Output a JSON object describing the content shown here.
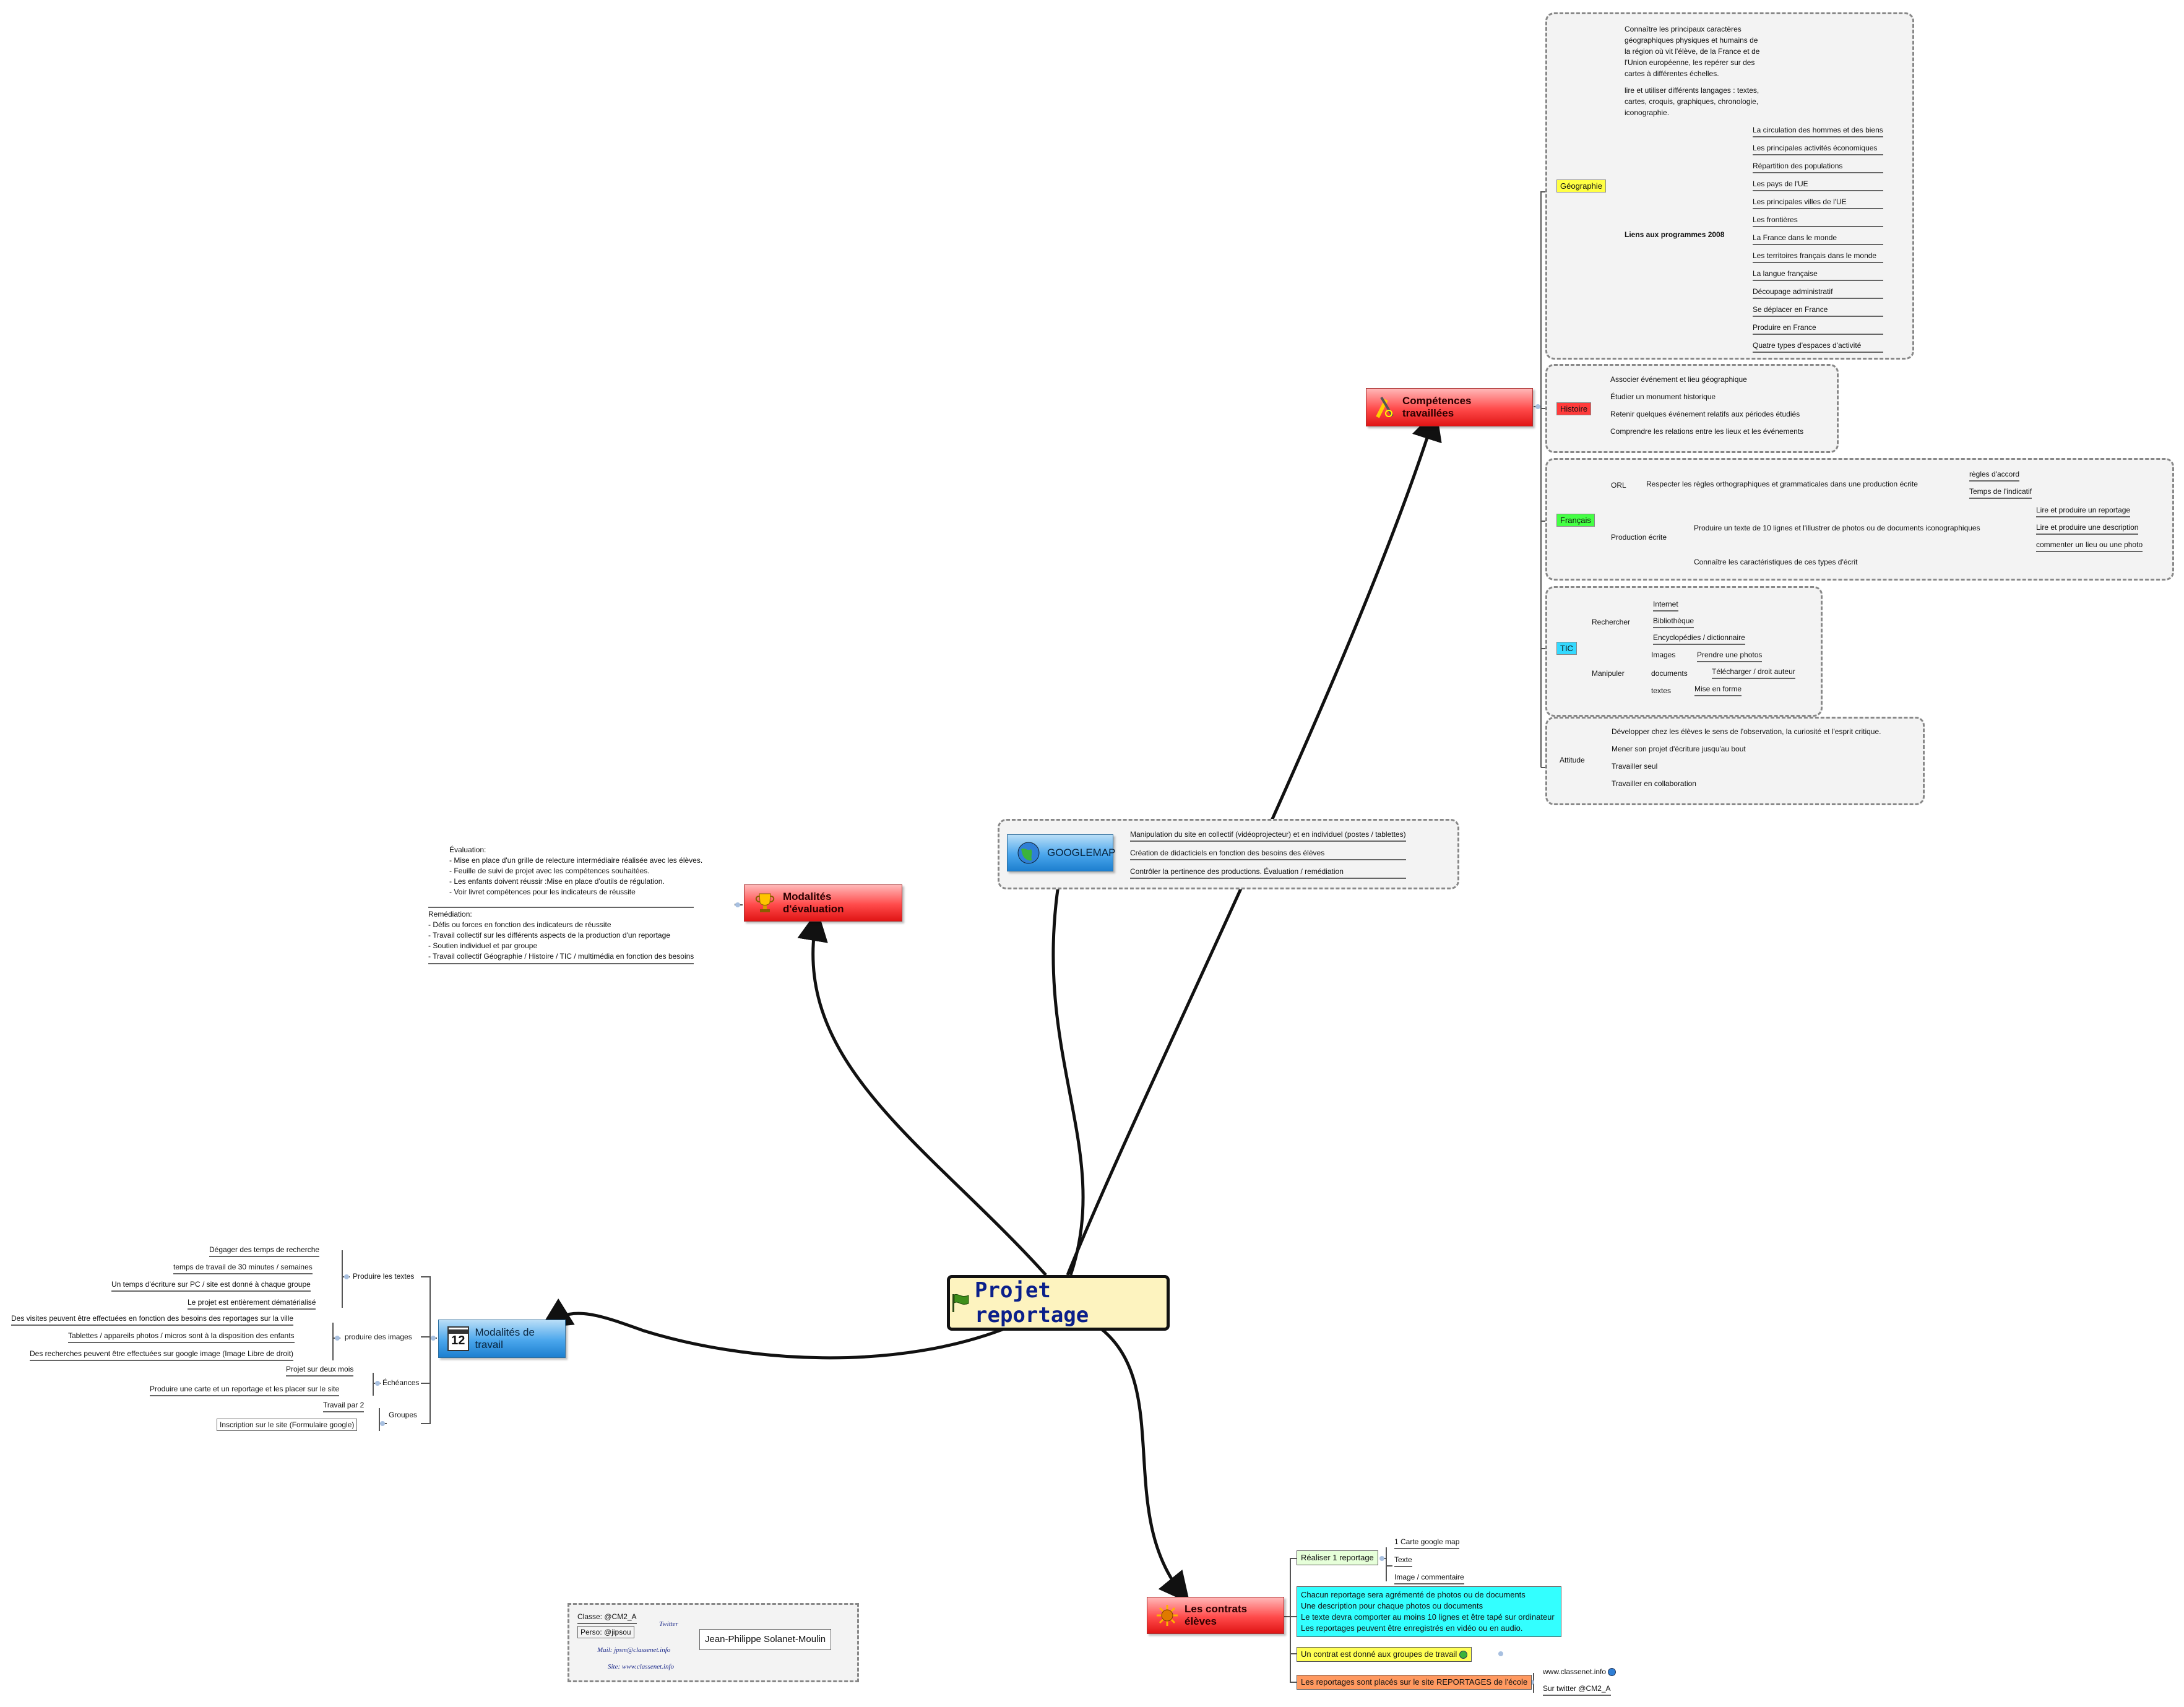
{
  "colors": {
    "main_node": "#ff4a4a",
    "blue_node": "#4aa6ec",
    "root_fill": "#fdf3bf",
    "root_text": "#0a1f8a",
    "tag_geographie": "#ffff44",
    "tag_histoire": "#ff3b3b",
    "tag_francais": "#44ff44",
    "tag_tic": "#33d9ff",
    "box_green": "#e6ffd9",
    "box_cyan": "#33ffff",
    "box_yellow": "#ffff55",
    "box_orange": "#ff9960"
  },
  "root": {
    "label": "Projet reportage",
    "icon": "flag-icon"
  },
  "competences": {
    "label": "Compétences travaillées",
    "icon": "tools-icon",
    "geographie": {
      "tag": "Géographie",
      "para1": "Connaître les principaux caractères\ngéographiques physiques et humains de\nla région où vit l'élève, de la France et de\nl'Union européenne, les repérer sur des\ncartes à différentes échelles.",
      "para2": "lire et utiliser différents langages : textes,\ncartes, croquis, graphiques, chronologie,\niconographie.",
      "liens": "Liens aux programmes 2008",
      "items": [
        "La circulation des hommes et des biens",
        "Les principales activités économiques",
        "Répartition des populations",
        "Les pays de l'UE",
        "Les principales villes de l'UE",
        "Les frontières",
        "La France dans le monde",
        "Les territoires français dans le monde",
        "La langue française",
        "Découpage administratif",
        "Se déplacer en France",
        "Produire en France",
        "Quatre types d'espaces d'activité"
      ]
    },
    "histoire": {
      "tag": "Histoire",
      "items": [
        "Associer événement et lieu géographique",
        "Étudier un monument historique",
        "Retenir quelques événement relatifs aux périodes étudiés",
        "Comprendre les relations entre les lieux et les événements"
      ]
    },
    "francais": {
      "tag": "Français",
      "orl": "ORL",
      "orl_item": "Respecter les règles orthographiques et grammaticales dans une production écrite",
      "orl_sub": [
        "règles d'accord",
        "Temps de l'indicatif"
      ],
      "prod": "Production écrite",
      "prod_item": "Produire un texte de 10 lignes et l'illustrer de photos ou de documents iconographiques",
      "prod_sub": [
        "Lire et produire un reportage",
        "Lire et produire une description",
        "commenter un lieu ou une photo"
      ],
      "prod_item2": "Connaître les caractéristiques de ces types d'écrit"
    },
    "tic": {
      "tag": "TIC",
      "rechercher": "Rechercher",
      "rechercher_items": [
        "Internet",
        "Bibliothèque",
        "Encyclopédies / dictionnaire"
      ],
      "manipuler": "Manipuler",
      "manipuler_items": [
        {
          "label": "Images",
          "sub": "Prendre une photos"
        },
        {
          "label": "documents",
          "sub": "Télécharger / droit auteur"
        },
        {
          "label": "textes",
          "sub": "Mise en forme"
        }
      ]
    },
    "attitude": {
      "tag": "Attitude",
      "items": [
        "Développer chez les élèves le sens de l'observation, la curiosité et l'esprit critique.",
        "Mener son projet d'écriture jusqu'au bout",
        "Travailler seul",
        "Travailler en collaboration"
      ]
    }
  },
  "googlemap": {
    "label": "GOOGLEMAP",
    "icon": "globe-icon",
    "items": [
      "Manipulation du site en collectif (vidéoprojecteur) et en individuel (postes / tablettes)",
      "Création de didacticiels en fonction des besoins des élèves",
      "Contrôler la pertinence des productions. Évaluation / remédiation"
    ]
  },
  "evaluation": {
    "label": "Modalités d'évaluation",
    "icon": "trophy-icon",
    "text1": "Évaluation:\n- Mise en place d'un grille de relecture intermédiaire réalisée avec les élèves.\n- Feuille de suivi de projet avec les compétences souhaitées.\n- Les enfants doivent réussir :Mise en place d'outils de régulation.\n- Voir livret compétences pour les indicateurs de réussite",
    "text2": "Remédiation:\n- Défis ou forces en fonction des indicateurs de réussite\n- Travail collectif sur les différents aspects de la production d'un reportage\n- Soutien individuel et par groupe\n- Travail collectif Géographie / Histoire / TIC / multimédia en fonction des besoins"
  },
  "modalites": {
    "label": "Modalités de travail",
    "icon": "calendar-icon",
    "icon_text": "12",
    "produire_textes": "Produire les textes",
    "textes_items": [
      "Dégager des temps de recherche",
      "temps de travail  de 30 minutes  / semaines",
      "Un temps d'écriture sur PC / site est donné à chaque groupe",
      "Le projet est entièrement dématérialisé"
    ],
    "produire_images": "produire des images",
    "images_items": [
      "Des visites peuvent être effectuées en fonction des besoins des reportages sur la ville",
      "Tablettes / appareils photos / micros sont à la disposition des enfants",
      "Des recherches peuvent être effectuées sur google image (Image Libre de droit)"
    ],
    "echeances": "Échéances",
    "echeances_items": [
      "Projet sur deux mois",
      "Produire une carte et un reportage et les placer sur le site"
    ],
    "groupes": "Groupes",
    "groupes_items": [
      "Travail par 2",
      "Inscription sur le site (Formulaire google)"
    ]
  },
  "contrats": {
    "label": "Les contrats élèves",
    "icon": "sun-icon",
    "realiser": "Réaliser 1 reportage",
    "realiser_items": [
      "1 Carte google map",
      "Texte",
      "Image / commentaire"
    ],
    "chacun": "Chacun reportage sera agrémenté de photos ou de documents\nUne description pour chaque photos ou documents\nLe texte devra comporter au moins 10 lignes et être tapé sur ordinateur\nLes reportages peuvent être enregistrés en vidéo ou en audio.",
    "contrat": "Un contrat est donné aux groupes de travail",
    "placer": "Les reportages sont placés sur le site REPORTAGES de l'école",
    "placer_items": [
      "www.classenet.info",
      "Sur twitter @CM2_A"
    ]
  },
  "contact": {
    "classe": "Classe: @CM2_A",
    "perso": "Perso: @jipsou",
    "twitter": "Twitter",
    "mail": "Mail: jpsm@classenet.info",
    "site": "Site: www.classenet.info",
    "name": "Jean-Philippe Solanet-Moulin"
  }
}
